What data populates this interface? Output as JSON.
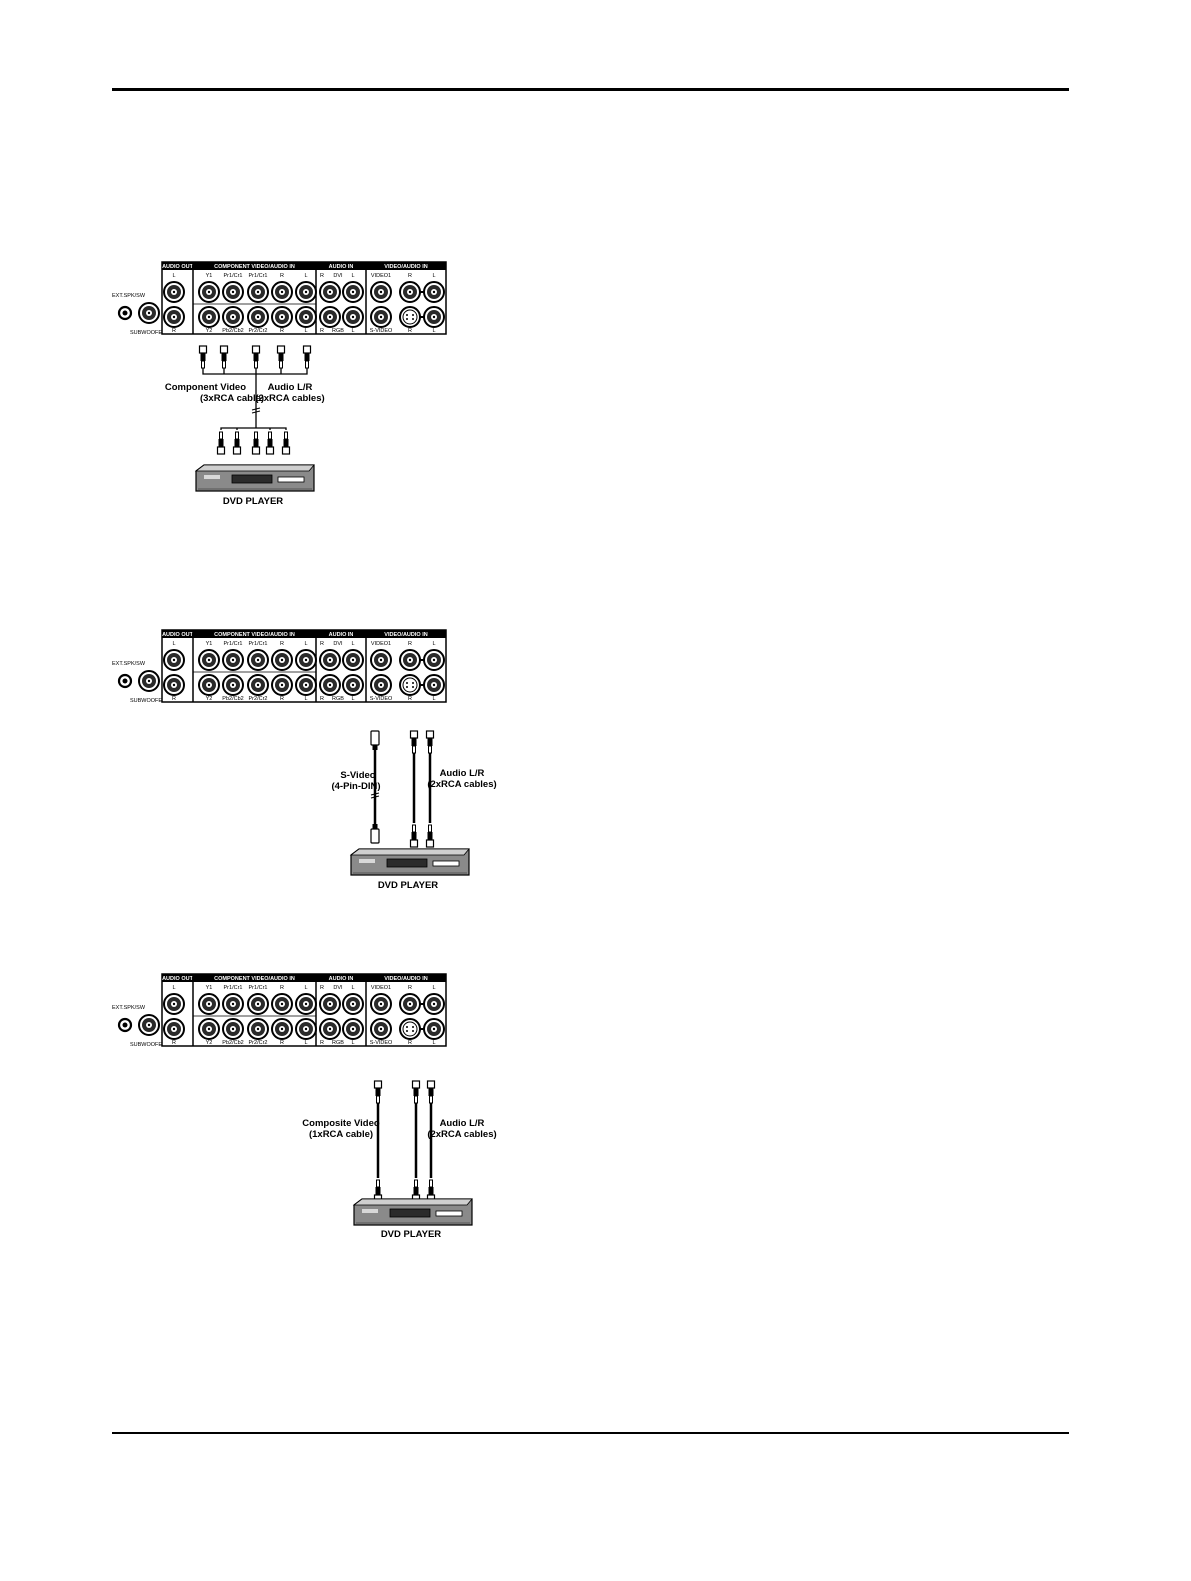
{
  "panel": {
    "sections": [
      "AUDIO OUT",
      "COMPONENT VIDEO/AUDIO IN",
      "AUDIO IN",
      "VIDEO/AUDIO IN"
    ],
    "side_top": "EXT.SPK/SW",
    "side_bottom": "SUBWOOFER",
    "row1_labels": [
      "L",
      "Y1",
      "Pr1/Cr1",
      "Pr1/Cr1",
      "R",
      "L",
      "R",
      "DVI",
      "L",
      "VIDEO1",
      "R",
      "L"
    ],
    "row2_labels": [
      "R",
      "Y2",
      "Pb2/Cb2",
      "Pr2/Cr2",
      "R",
      "L",
      "R",
      "RGB",
      "L",
      "S-VIDEO",
      "R",
      "L"
    ]
  },
  "diagram1": {
    "cable_left": [
      "Component Video",
      "(3xRCA cable)"
    ],
    "cable_right": [
      "Audio L/R",
      "(2xRCA cables)"
    ],
    "device": "DVD PLAYER"
  },
  "diagram2": {
    "cable_left": [
      "S-Video",
      "(4-Pin-DIN)"
    ],
    "cable_right": [
      "Audio L/R",
      "(2xRCA cables)"
    ],
    "device": "DVD PLAYER"
  },
  "diagram3": {
    "cable_left": [
      "Composite Video",
      "(1xRCA cable)"
    ],
    "cable_right": [
      "Audio L/R",
      "(2xRCA cables)"
    ],
    "device": "DVD PLAYER"
  },
  "colors": {
    "ink": "#000000",
    "paper": "#ffffff",
    "device_body": "#8a8a8a"
  }
}
